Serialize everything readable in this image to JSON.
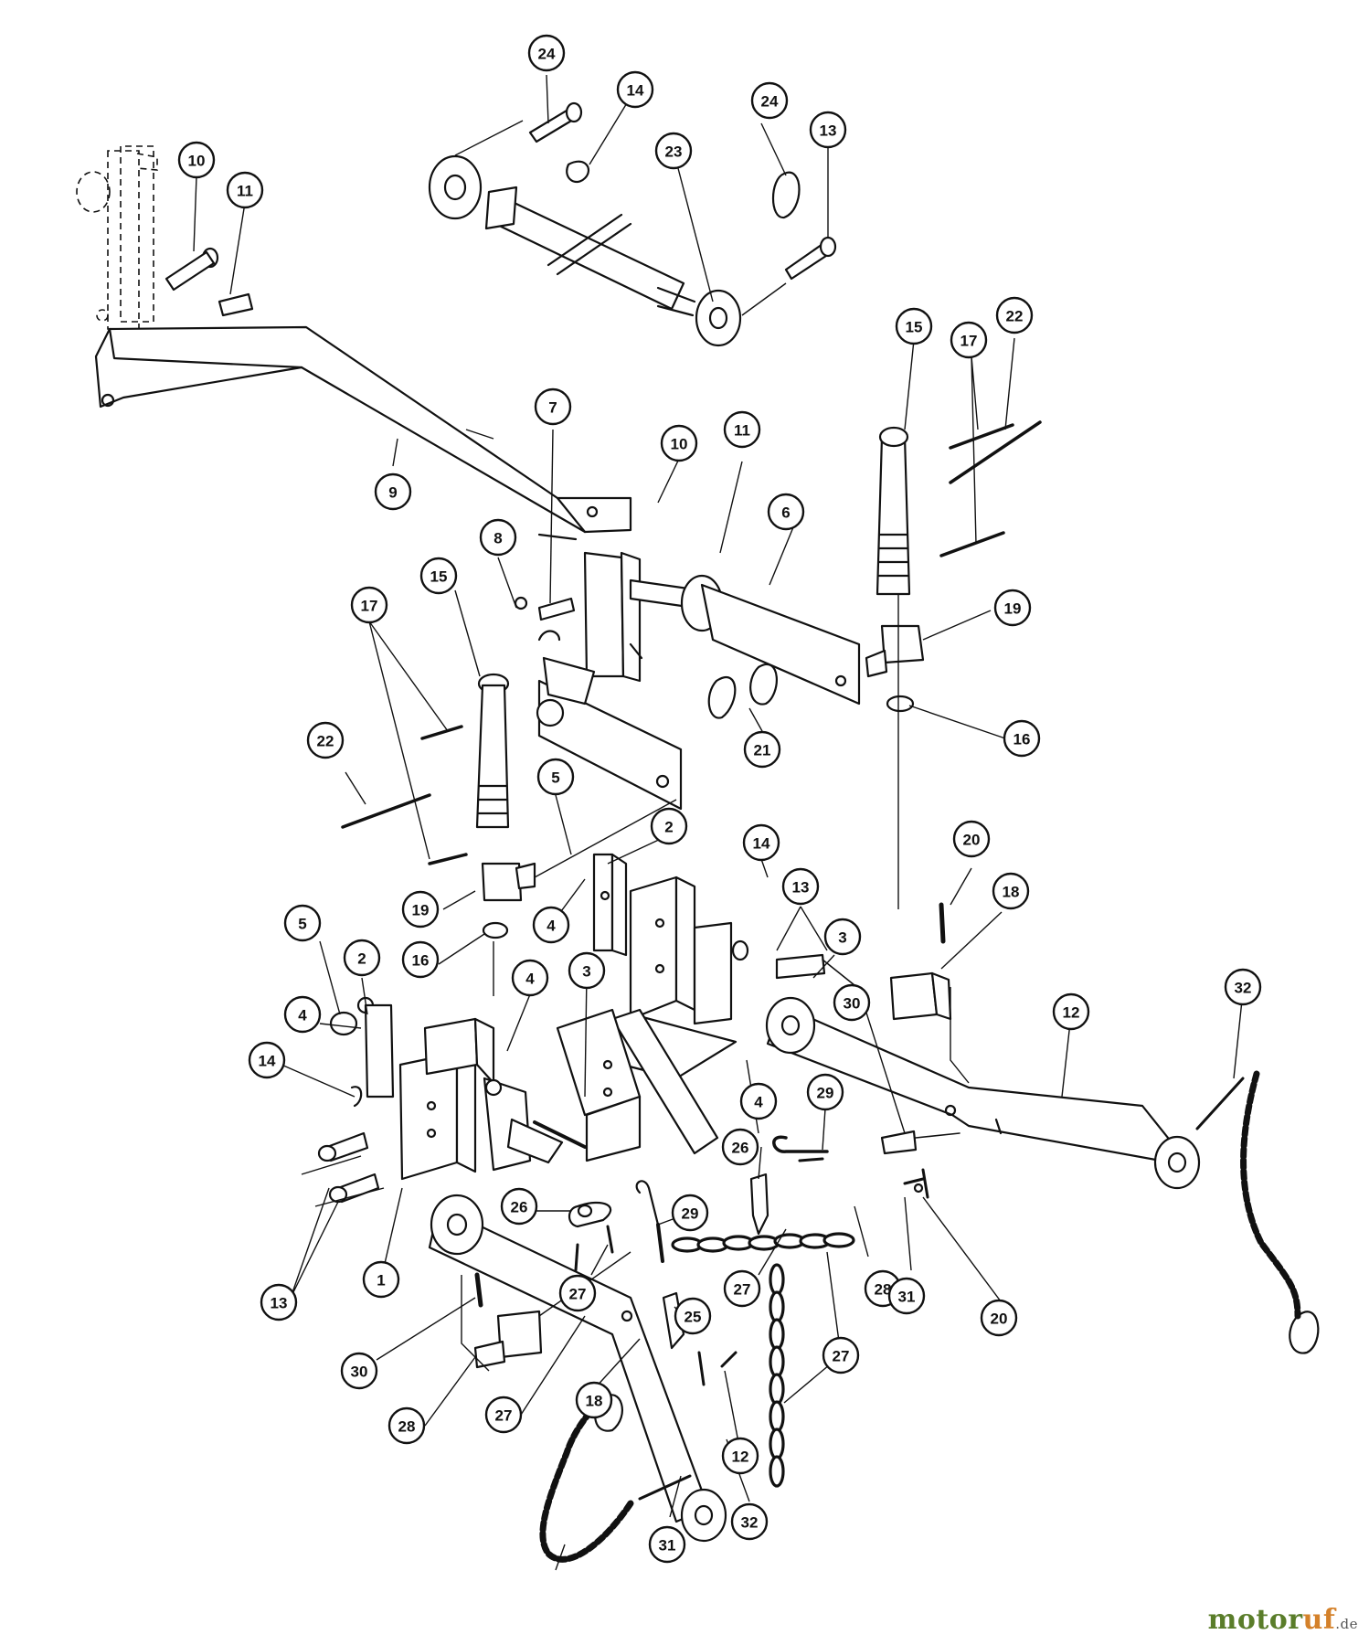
{
  "callouts": [
    {
      "label": "24"
    },
    {
      "label": "14"
    },
    {
      "label": "24"
    },
    {
      "label": "13"
    },
    {
      "label": "23"
    },
    {
      "label": "10"
    },
    {
      "label": "11"
    },
    {
      "label": "15"
    },
    {
      "label": "17"
    },
    {
      "label": "22"
    },
    {
      "label": "7"
    },
    {
      "label": "10"
    },
    {
      "label": "11"
    },
    {
      "label": "6"
    },
    {
      "label": "9"
    },
    {
      "label": "8"
    },
    {
      "label": "15"
    },
    {
      "label": "17"
    },
    {
      "label": "19"
    },
    {
      "label": "16"
    },
    {
      "label": "21"
    },
    {
      "label": "22"
    },
    {
      "label": "5"
    },
    {
      "label": "2"
    },
    {
      "label": "14"
    },
    {
      "label": "13"
    },
    {
      "label": "20"
    },
    {
      "label": "18"
    },
    {
      "label": "4"
    },
    {
      "label": "19"
    },
    {
      "label": "3"
    },
    {
      "label": "16"
    },
    {
      "label": "5"
    },
    {
      "label": "2"
    },
    {
      "label": "4"
    },
    {
      "label": "3"
    },
    {
      "label": "4"
    },
    {
      "label": "32"
    },
    {
      "label": "30"
    },
    {
      "label": "12"
    },
    {
      "label": "14"
    },
    {
      "label": "4"
    },
    {
      "label": "29"
    },
    {
      "label": "26"
    },
    {
      "label": "26"
    },
    {
      "label": "29"
    },
    {
      "label": "13"
    },
    {
      "label": "1"
    },
    {
      "label": "27"
    },
    {
      "label": "28"
    },
    {
      "label": "27"
    },
    {
      "label": "31"
    },
    {
      "label": "20"
    },
    {
      "label": "30"
    },
    {
      "label": "25"
    },
    {
      "label": "27"
    },
    {
      "label": "18"
    },
    {
      "label": "28"
    },
    {
      "label": "27"
    },
    {
      "label": "12"
    },
    {
      "label": "31"
    },
    {
      "label": "32"
    }
  ],
  "watermark": {
    "part1": "motor",
    "part2": "uf",
    "part3": ".de"
  }
}
